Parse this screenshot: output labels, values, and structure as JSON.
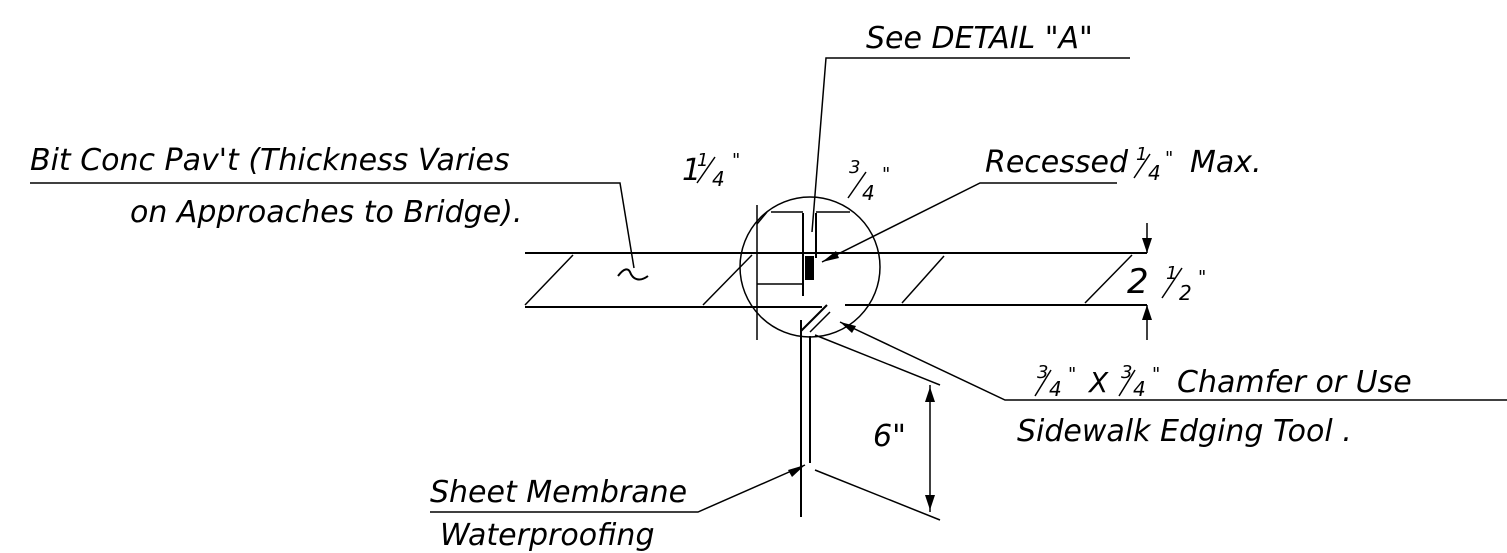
{
  "labels": {
    "see_detail": "See DETAIL \"A\"",
    "pavement_line1": "Bit Conc Pav't (Thickness Varies",
    "pavement_line2": "on Approaches to Bridge).",
    "dim_one_quarter_whole": "1",
    "dim_one_quarter_num": "1",
    "dim_one_quarter_den": "4",
    "dim_three_quarter_num": "3",
    "dim_three_quarter_den": "4",
    "recessed": "Recessed",
    "recessed_num": "1",
    "recessed_den": "4",
    "recessed_max": "Max.",
    "thickness_whole": "2",
    "thickness_num": "1",
    "thickness_den": "2",
    "chamfer_line1_num_a": "3",
    "chamfer_line1_den_a": "4",
    "chamfer_x": "X",
    "chamfer_line1_num_b": "3",
    "chamfer_line1_den_b": "4",
    "chamfer_line1_rest": "Chamfer or Use",
    "chamfer_line2": "Sidewalk Edging Tool .",
    "six_inch": "6\"",
    "membrane_line1": "Sheet Membrane",
    "membrane_line2": "Waterproofing"
  }
}
